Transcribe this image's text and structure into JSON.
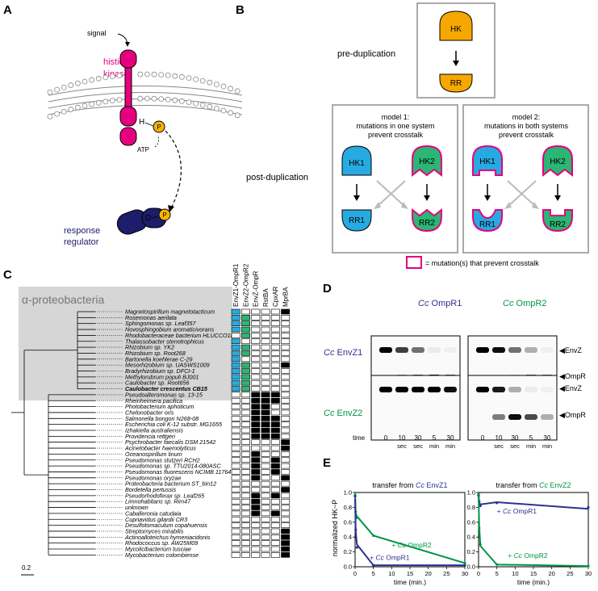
{
  "colors": {
    "histidine_kinase": "#e6007e",
    "response_regulator": "#1d1d6b",
    "phosphate": "#f6b500",
    "hk1_blue": "#27aae1",
    "hk2_green": "#2bb673",
    "blot_blue": "#2e3192",
    "blot_green": "#009444",
    "rr_orange": "#f6a800",
    "clade_grey": "#d6d6d6"
  },
  "panel_a": {
    "letter": "A",
    "signal": "signal",
    "hk_line1": "histidine",
    "hk_line2": "kinase",
    "h_label": "H",
    "p_label": "P",
    "atp_label": "ATP",
    "d_label": "D",
    "rr_line1": "response",
    "rr_line2": "regulator"
  },
  "panel_b": {
    "letter": "B",
    "pre": "pre-duplication",
    "post": "post-duplication",
    "hk": "HK",
    "rr": "RR",
    "model1": [
      "model 1:",
      "mutations in one system",
      "prevent crosstalk"
    ],
    "model2": [
      "model 2:",
      "mutations in both systems",
      "prevent crosstalk"
    ],
    "hk1": "HK1",
    "hk2": "HK2",
    "rr1": "RR1",
    "rr2": "RR2",
    "legend": "= mutation(s) that prevent crosstalk"
  },
  "panel_c": {
    "letter": "C",
    "clade_label": "α-proteobacteria",
    "scale_label": "0.2",
    "columns": [
      "EnvZ1-OmpR1",
      "EnvZ2-OmpR2",
      "EnvZ-OmpR",
      "RstBA",
      "CpxAR",
      "MprBA"
    ],
    "species": [
      {
        "name": "Magnetospirillum magnetotacticum",
        "bold": false,
        "cells": [
          "b",
          "w",
          "w",
          "w",
          "w",
          "k"
        ]
      },
      {
        "name": "Rosemonas aerilata",
        "bold": false,
        "cells": [
          "b",
          "g",
          "w",
          "w",
          "w",
          "w"
        ]
      },
      {
        "name": "Sphingomonas sp. Leaf357",
        "bold": false,
        "cells": [
          "b",
          "g",
          "w",
          "w",
          "w",
          "w"
        ]
      },
      {
        "name": "Novosphingobium aromaticivorans",
        "bold": false,
        "cells": [
          "b",
          "g",
          "w",
          "w",
          "w",
          "w"
        ]
      },
      {
        "name": "Rhodobacteraceae bacterium HLUCCO18",
        "bold": false,
        "cells": [
          "w",
          "g",
          "w",
          "w",
          "w",
          "w"
        ]
      },
      {
        "name": "Thalassobacter stenotrophicus",
        "bold": false,
        "cells": [
          "b",
          "w",
          "w",
          "w",
          "w",
          "w"
        ]
      },
      {
        "name": "Rhizobium sp. YK2",
        "bold": false,
        "cells": [
          "b",
          "g",
          "w",
          "w",
          "w",
          "w"
        ]
      },
      {
        "name": "Rhizobium sp. Root268",
        "bold": false,
        "cells": [
          "b",
          "g",
          "w",
          "w",
          "w",
          "w"
        ]
      },
      {
        "name": "Bartonella koehlerae C-29",
        "bold": false,
        "cells": [
          "b",
          "w",
          "w",
          "w",
          "w",
          "w"
        ]
      },
      {
        "name": "Mesorhizobium sp. UASWS1009",
        "bold": false,
        "cells": [
          "b",
          "g",
          "w",
          "w",
          "w",
          "k"
        ]
      },
      {
        "name": "Bradyrhizobium sp. DFCI-1",
        "bold": false,
        "cells": [
          "b",
          "g",
          "w",
          "w",
          "w",
          "w"
        ]
      },
      {
        "name": "Methylorubrum populi BJ001",
        "bold": false,
        "cells": [
          "b",
          "g",
          "w",
          "w",
          "w",
          "w"
        ]
      },
      {
        "name": "Caulobacter sp. Root656",
        "bold": false,
        "cells": [
          "b",
          "g",
          "w",
          "w",
          "w",
          "w"
        ]
      },
      {
        "name": "Caulobacter crescentus CB15",
        "bold": true,
        "cells": [
          "b",
          "g",
          "w",
          "w",
          "w",
          "w"
        ]
      },
      {
        "name": "Pseudoalteromonas sp. 13-15",
        "bold": false,
        "cells": [
          "w",
          "w",
          "k",
          "k",
          "k",
          "w"
        ]
      },
      {
        "name": "Rheinheimera pacifica",
        "bold": false,
        "cells": [
          "w",
          "w",
          "k",
          "k",
          "k",
          "w"
        ]
      },
      {
        "name": "Photobacterium aphoticum",
        "bold": false,
        "cells": [
          "w",
          "w",
          "k",
          "k",
          "w",
          "w"
        ]
      },
      {
        "name": "Chelonobacter oris",
        "bold": false,
        "cells": [
          "w",
          "w",
          "k",
          "k",
          "w",
          "w"
        ]
      },
      {
        "name": "Salmonella bongori N268-08",
        "bold": false,
        "cells": [
          "w",
          "w",
          "k",
          "k",
          "k",
          "w"
        ]
      },
      {
        "name": "Escherichia coli K-12 substr. MG1655",
        "bold": false,
        "cells": [
          "w",
          "w",
          "k",
          "k",
          "k",
          "w"
        ]
      },
      {
        "name": "Izhakiella australiensis",
        "bold": false,
        "cells": [
          "w",
          "w",
          "k",
          "k",
          "k",
          "w"
        ]
      },
      {
        "name": "Providencia rettgeri",
        "bold": false,
        "cells": [
          "w",
          "w",
          "k",
          "k",
          "k",
          "w"
        ]
      },
      {
        "name": "Psychrobacter faecalis DSM 21542",
        "bold": false,
        "cells": [
          "w",
          "w",
          "w",
          "w",
          "w",
          "k"
        ]
      },
      {
        "name": "Acinetobacter haemolyticus",
        "bold": false,
        "cells": [
          "w",
          "w",
          "w",
          "w",
          "w",
          "k"
        ]
      },
      {
        "name": "Oceanospirillum linum",
        "bold": false,
        "cells": [
          "w",
          "w",
          "k",
          "w",
          "w",
          "w"
        ]
      },
      {
        "name": "Pseudomonas stutzeri RCH2",
        "bold": false,
        "cells": [
          "w",
          "w",
          "k",
          "w",
          "k",
          "w"
        ]
      },
      {
        "name": "Pseudomonas sp. TTU2014-080ASC",
        "bold": false,
        "cells": [
          "w",
          "w",
          "k",
          "w",
          "k",
          "w"
        ]
      },
      {
        "name": "Pseudomonas fluorescens NCIMB 11764",
        "bold": false,
        "cells": [
          "w",
          "w",
          "k",
          "w",
          "k",
          "w"
        ]
      },
      {
        "name": "Pseudomonas oryzae",
        "bold": false,
        "cells": [
          "w",
          "w",
          "k",
          "w",
          "w",
          "k"
        ]
      },
      {
        "name": "Proteobacteria bacterium ST_bin12",
        "bold": false,
        "cells": [
          "w",
          "w",
          "w",
          "w",
          "w",
          "w"
        ]
      },
      {
        "name": "Bordetella pertussis",
        "bold": false,
        "cells": [
          "w",
          "w",
          "w",
          "w",
          "w",
          "k"
        ]
      },
      {
        "name": "Pseudorhodoferax sp. Leaf265",
        "bold": false,
        "cells": [
          "w",
          "w",
          "k",
          "w",
          "k",
          "w"
        ]
      },
      {
        "name": "Limnohabitans sp. Rim47",
        "bold": false,
        "cells": [
          "w",
          "w",
          "k",
          "w",
          "w",
          "w"
        ]
      },
      {
        "name": "unknown",
        "bold": false,
        "cells": [
          "w",
          "w",
          "k",
          "w",
          "w",
          "w"
        ]
      },
      {
        "name": "Caballeronia catudaia",
        "bold": false,
        "cells": [
          "w",
          "w",
          "k",
          "w",
          "k",
          "w"
        ]
      },
      {
        "name": "Cupriavidus gilardii CR3",
        "bold": false,
        "cells": [
          "w",
          "w",
          "w",
          "w",
          "w",
          "w"
        ]
      },
      {
        "name": "Desulfotomaculum copahuensis",
        "bold": false,
        "cells": [
          "w",
          "w",
          "w",
          "w",
          "w",
          "w"
        ]
      },
      {
        "name": "Streptomyces mirabilis",
        "bold": false,
        "cells": [
          "w",
          "w",
          "w",
          "w",
          "w",
          "k"
        ]
      },
      {
        "name": "Actinoalloteichus hymeniacidonis",
        "bold": false,
        "cells": [
          "w",
          "w",
          "w",
          "w",
          "w",
          "k"
        ]
      },
      {
        "name": "Rhodococcus sp. AW25M09",
        "bold": false,
        "cells": [
          "w",
          "w",
          "w",
          "w",
          "w",
          "k"
        ]
      },
      {
        "name": "Mycolicibacterium tusciae",
        "bold": false,
        "cells": [
          "w",
          "w",
          "w",
          "w",
          "w",
          "k"
        ]
      },
      {
        "name": "Mycobacterium colombiense",
        "bold": false,
        "cells": [
          "w",
          "w",
          "w",
          "w",
          "w",
          "k"
        ]
      }
    ]
  },
  "panel_d": {
    "letter": "D",
    "col1_prefix": "Cc",
    "col1_name": " OmpR1",
    "col2_prefix": "Cc",
    "col2_name": " OmpR2",
    "row1_prefix": "Cc",
    "row1_name": " EnvZ1",
    "row2_prefix": "Cc",
    "row2_name": " EnvZ2",
    "envz_label": "EnvZ",
    "ompr_label": "OmpR",
    "time_label": "time",
    "times": [
      {
        "value": "0",
        "unit": ""
      },
      {
        "value": "10",
        "unit": "sec"
      },
      {
        "value": "30",
        "unit": "sec"
      },
      {
        "value": "5",
        "unit": "min"
      },
      {
        "value": "30",
        "unit": "min"
      }
    ],
    "bands": {
      "z1_r1": {
        "envz": [
          1.0,
          0.75,
          0.55,
          0.06,
          0.04
        ],
        "ompr": [
          0.0,
          0.3,
          0.6,
          0.9,
          0.6
        ]
      },
      "z1_r2": {
        "envz": [
          1.0,
          0.95,
          0.55,
          0.3,
          0.04
        ],
        "ompr": [
          0.0,
          0.0,
          0.1,
          0.6,
          0.5
        ]
      },
      "z2_r1": {
        "envz": [
          1.0,
          1.0,
          1.0,
          1.0,
          0.95
        ],
        "ompr": [
          0.0,
          0.0,
          0.0,
          0.0,
          0.0
        ]
      },
      "z2_r2": {
        "envz": [
          1.0,
          0.9,
          0.3,
          0.06,
          0.04
        ],
        "ompr": [
          0.0,
          0.5,
          0.95,
          0.7,
          0.3
        ]
      }
    }
  },
  "panel_e": {
    "letter": "E",
    "ylabel": "normalized HK~P",
    "xlabel": "time (min.)"
  },
  "chart_data": [
    {
      "type": "line",
      "title_prefix": "transfer from ",
      "title_species": "Cc",
      "title_protein": " EnvZ1",
      "xlabel": "time (min.)",
      "ylabel": "normalized HK~P",
      "xlim": [
        0,
        30
      ],
      "ylim": [
        0,
        1.0
      ],
      "xticks": [
        0,
        5,
        10,
        15,
        20,
        25,
        30
      ],
      "yticks": [
        0,
        0.2,
        0.4,
        0.6,
        0.8,
        1.0
      ],
      "series": [
        {
          "name": "+ Cc OmpR2",
          "color": "#009444",
          "x": [
            0,
            0.17,
            0.5,
            5,
            30
          ],
          "y": [
            1.0,
            0.72,
            0.68,
            0.42,
            0.05
          ],
          "scatter_y": [
            0.96,
            0.74,
            0.66,
            0.42,
            0.05
          ]
        },
        {
          "name": "+ Cc OmpR1",
          "color": "#2e3192",
          "x": [
            0,
            0.17,
            0.5,
            5,
            30
          ],
          "y": [
            0.92,
            0.48,
            0.3,
            0.02,
            0.02
          ],
          "scatter_y": [
            0.95,
            0.5,
            0.26,
            0.02,
            0.02
          ]
        }
      ]
    },
    {
      "type": "line",
      "title_prefix": "transfer from ",
      "title_species": "Cc",
      "title_protein": " EnvZ2",
      "xlabel": "time (min.)",
      "ylabel": "normalized HK~P",
      "xlim": [
        0,
        30
      ],
      "ylim": [
        0,
        1.0
      ],
      "xticks": [
        0,
        5,
        10,
        15,
        20,
        25,
        30
      ],
      "yticks": [
        0,
        0.2,
        0.4,
        0.6,
        0.8,
        1.0
      ],
      "series": [
        {
          "name": "+ Cc OmpR1",
          "color": "#2e3192",
          "x": [
            0,
            0.17,
            0.5,
            5,
            30
          ],
          "y": [
            0.98,
            0.86,
            0.84,
            0.87,
            0.78
          ],
          "scatter_y": [
            0.96,
            0.88,
            0.82,
            0.86,
            0.8
          ]
        },
        {
          "name": "+ Cc OmpR2",
          "color": "#009444",
          "x": [
            0,
            0.17,
            0.5,
            5,
            30
          ],
          "y": [
            0.95,
            0.55,
            0.28,
            0.03,
            0.01
          ],
          "scatter_y": [
            0.98,
            0.52,
            0.3,
            0.03,
            0.01
          ]
        }
      ]
    }
  ]
}
